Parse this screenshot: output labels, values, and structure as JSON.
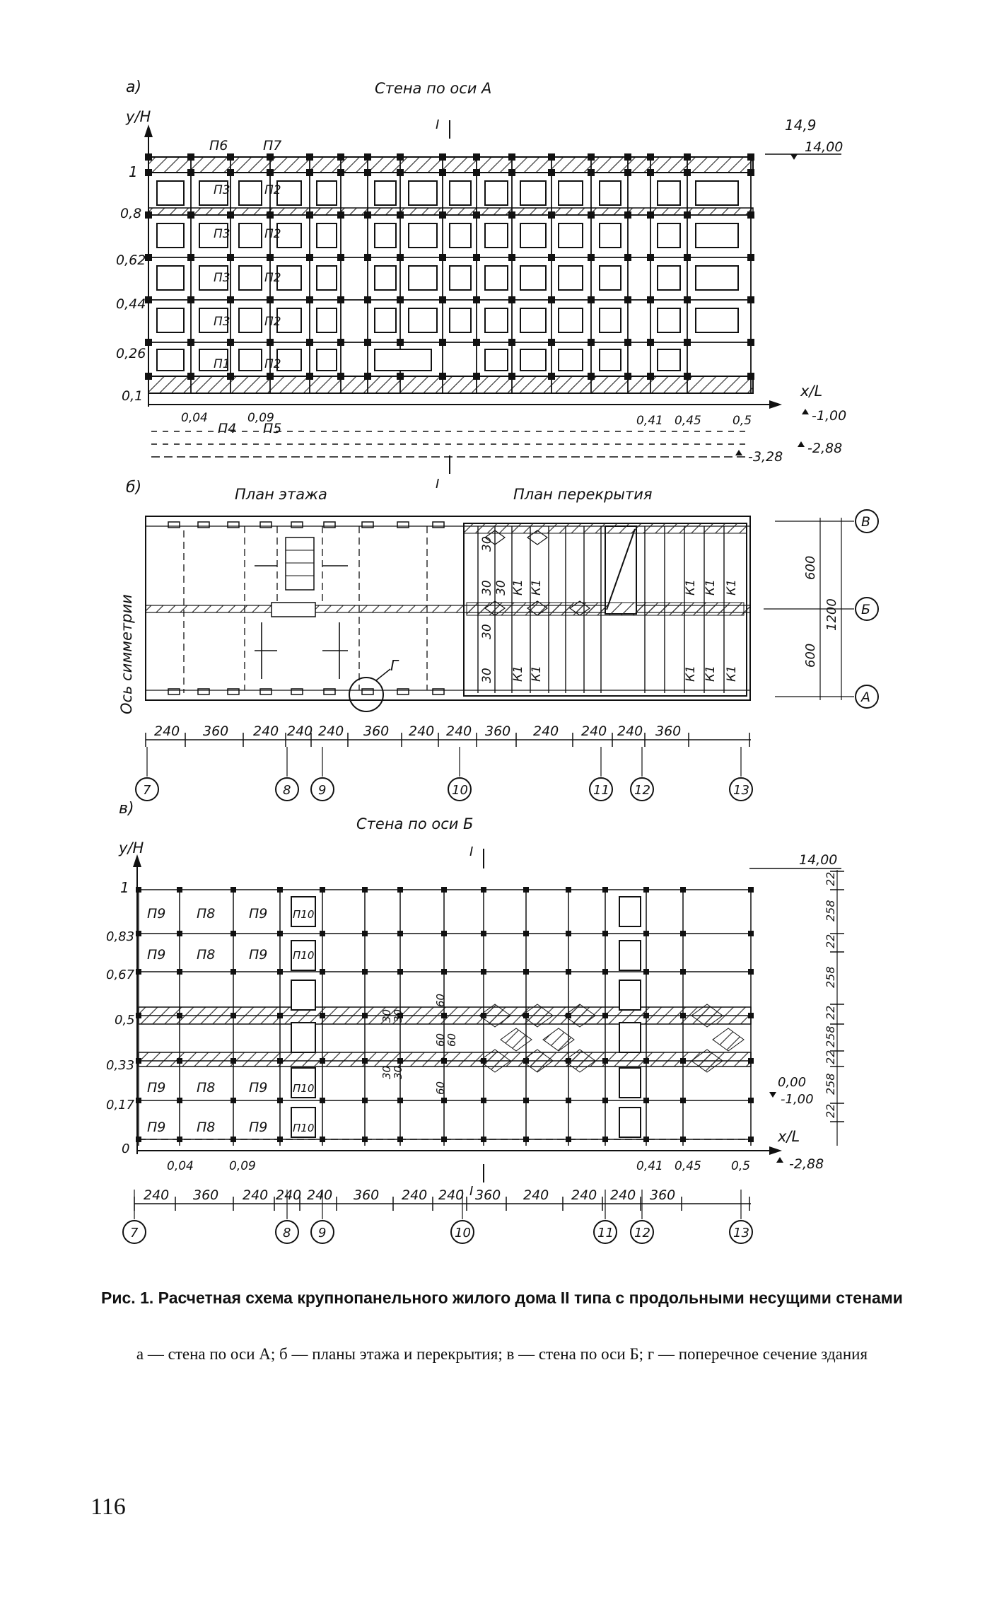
{
  "part_a": {
    "letter": "а)",
    "title": "Стена по оси А",
    "axis_y": "y/H",
    "axis_x": "x/L",
    "y_levels": [
      "1",
      "0,8",
      "0,62",
      "0,44",
      "0,26",
      "0,1"
    ],
    "x_marks": [
      "0,04",
      "0,09",
      "0,41",
      "0,45",
      "0,5"
    ],
    "panel_top": [
      "П6",
      "П7"
    ],
    "panel_col1": [
      "П3",
      "П3",
      "П3",
      "П3",
      "П1"
    ],
    "panel_col2": [
      "П2",
      "П2",
      "П2",
      "П2",
      "П2"
    ],
    "panel_bottom": [
      "П4",
      "П5"
    ],
    "section_mark": "I",
    "elev_top": "14,9",
    "elev_top2": "14,00",
    "elev_m100": "-1,00",
    "elev_m288": "-2,88",
    "elev_m328": "-3,28"
  },
  "part_b": {
    "letter": "б)",
    "title_floor": "План этажа",
    "title_slab": "План перекрытия",
    "symmetry_label": "Ось симметрии",
    "detail_mark": "Г",
    "axis_rows": [
      "В",
      "Б",
      "А"
    ],
    "dim_600_top": "600",
    "dim_600_bottom": "600",
    "dim_1200": "1200",
    "slab_30": [
      "30",
      "30",
      "30",
      "30",
      "30"
    ],
    "slab_k1": "К1",
    "dims": [
      "240",
      "360",
      "240",
      "240",
      "240",
      "360",
      "240",
      "240",
      "360",
      "240",
      "240",
      "240",
      "360"
    ],
    "axes": [
      "7",
      "8",
      "9",
      "10",
      "11",
      "12",
      "13"
    ]
  },
  "part_v": {
    "letter": "в)",
    "title": "Стена по оси Б",
    "axis_y": "y/H",
    "axis_x": "x/L",
    "y_levels": [
      "1",
      "0,83",
      "0,67",
      "0,5",
      "0,33",
      "0,17",
      "0"
    ],
    "x_marks": [
      "0,04",
      "0,09",
      "0,41",
      "0,45",
      "0,5"
    ],
    "panel_p9": "П9",
    "panel_p8": "П8",
    "panel_p10": "П10",
    "section_mark": "I",
    "elev_top": "14,00",
    "elev_zero": "0,00",
    "elev_m100": "-1,00",
    "elev_m288": "-2,88",
    "side_dims": [
      "22",
      "258",
      "22",
      "258",
      "22",
      "258",
      "22",
      "258",
      "22"
    ],
    "beam_labels": [
      "30",
      "30",
      "30",
      "30",
      "60",
      "60",
      "60",
      "60"
    ],
    "dims": [
      "240",
      "360",
      "240",
      "240",
      "240",
      "360",
      "240",
      "240",
      "360",
      "240",
      "240",
      "240",
      "360"
    ],
    "axes": [
      "7",
      "8",
      "9",
      "10",
      "11",
      "12",
      "13"
    ]
  },
  "caption": {
    "title": "Рис. 1. Расчетная схема крупнопанельного жилого дома II типа с продольными несущими стенами",
    "legend": "а — стена по оси А; б — планы этажа и перекрытия; в — стена по оси Б; г — поперечное сечение здания"
  },
  "page_number": "116"
}
